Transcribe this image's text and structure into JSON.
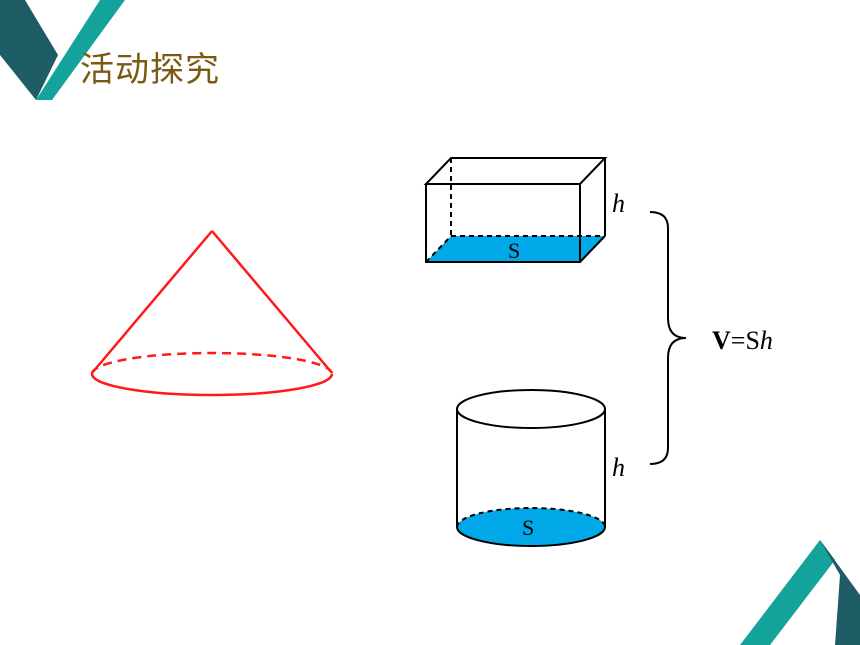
{
  "slide": {
    "title": "活动探究",
    "accent_colors": {
      "dark_teal": "#1f5d66",
      "teal": "#13a39a",
      "title": "#7a5a12"
    }
  },
  "diagram": {
    "prism_base_label": "S",
    "prism_height_label": "h",
    "cylinder_base_label": "S",
    "cylinder_height_label": "h",
    "formula": {
      "bold": "V",
      "rest": "=S",
      "italic": "h"
    },
    "colors": {
      "cone": "#ff1a1a",
      "base_fill": "#00a8e8",
      "stroke": "#000000"
    }
  }
}
